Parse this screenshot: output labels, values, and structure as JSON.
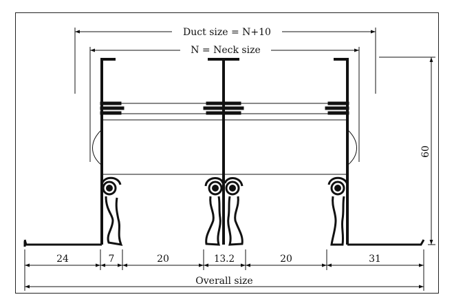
{
  "diagram": {
    "duct_size_label": "Duct size = N+10",
    "neck_size_label": "N = Neck size",
    "overall_size_label": "Overall size",
    "height_label": "60",
    "segments": [
      "24",
      "7",
      "20",
      "13.2",
      "20",
      "31"
    ]
  }
}
